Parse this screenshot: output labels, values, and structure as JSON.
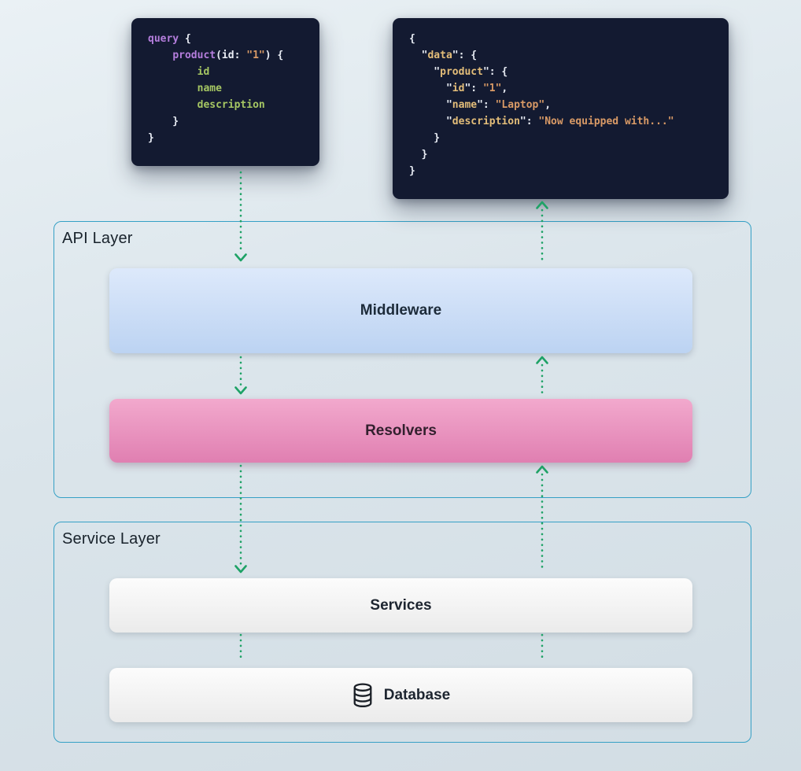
{
  "layers": {
    "api": {
      "label": "API Layer"
    },
    "service": {
      "label": "Service Layer"
    }
  },
  "nodes": {
    "middleware": "Middleware",
    "resolvers": "Resolvers",
    "services": "Services",
    "database": "Database"
  },
  "icons": {
    "database": "database-cylinder-icon",
    "arrowhead_down": "chevron-down",
    "arrowhead_up": "chevron-up"
  },
  "query_block": {
    "lines": [
      [
        {
          "t": "query",
          "c": "keyword"
        },
        {
          "t": " {",
          "c": "plain"
        }
      ],
      [
        {
          "t": "    ",
          "c": "plain"
        },
        {
          "t": "product",
          "c": "keyword"
        },
        {
          "t": "(id: ",
          "c": "plain"
        },
        {
          "t": "\"1\"",
          "c": "string"
        },
        {
          "t": ") {",
          "c": "plain"
        }
      ],
      [
        {
          "t": "        ",
          "c": "plain"
        },
        {
          "t": "id",
          "c": "field"
        }
      ],
      [
        {
          "t": "        ",
          "c": "plain"
        },
        {
          "t": "name",
          "c": "field"
        }
      ],
      [
        {
          "t": "        ",
          "c": "plain"
        },
        {
          "t": "description",
          "c": "field"
        }
      ],
      [
        {
          "t": "    }",
          "c": "plain"
        }
      ],
      [
        {
          "t": "}",
          "c": "plain"
        }
      ]
    ]
  },
  "response_block": {
    "lines": [
      [
        {
          "t": "{",
          "c": "plain"
        }
      ],
      [
        {
          "t": "  \"",
          "c": "plain"
        },
        {
          "t": "data",
          "c": "key"
        },
        {
          "t": "\": {",
          "c": "plain"
        }
      ],
      [
        {
          "t": "    \"",
          "c": "plain"
        },
        {
          "t": "product",
          "c": "key"
        },
        {
          "t": "\": {",
          "c": "plain"
        }
      ],
      [
        {
          "t": "      \"",
          "c": "plain"
        },
        {
          "t": "id",
          "c": "key"
        },
        {
          "t": "\": ",
          "c": "plain"
        },
        {
          "t": "\"1\"",
          "c": "string"
        },
        {
          "t": ",",
          "c": "plain"
        }
      ],
      [
        {
          "t": "      \"",
          "c": "plain"
        },
        {
          "t": "name",
          "c": "key"
        },
        {
          "t": "\": ",
          "c": "plain"
        },
        {
          "t": "\"Laptop\"",
          "c": "string"
        },
        {
          "t": ",",
          "c": "plain"
        }
      ],
      [
        {
          "t": "      \"",
          "c": "plain"
        },
        {
          "t": "description",
          "c": "key"
        },
        {
          "t": "\": ",
          "c": "plain"
        },
        {
          "t": "\"Now equipped with...\"",
          "c": "string"
        }
      ],
      [
        {
          "t": "    }",
          "c": "plain"
        }
      ],
      [
        {
          "t": "  }",
          "c": "plain"
        }
      ],
      [
        {
          "t": "}",
          "c": "plain"
        }
      ]
    ]
  },
  "colors": {
    "arrow": "#1ea266",
    "layer_border": "#35a0c5",
    "code_bg": "#131a31",
    "code_plain": "#e9edf5",
    "code_keyword": "#b57edd",
    "code_string": "#d99a66",
    "code_field": "#a6c763",
    "code_key": "#e3bd79",
    "middleware_from": "#dde9fb",
    "middleware_to": "#bcd3f2",
    "resolvers_from": "#f2a9cd",
    "resolvers_to": "#e07fb1",
    "node_from": "#fcfcfc",
    "node_to": "#ebebeb"
  }
}
